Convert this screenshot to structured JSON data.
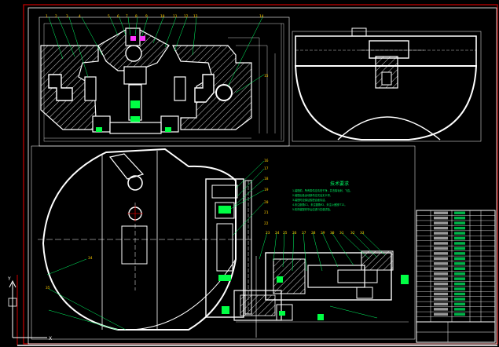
{
  "drawing": {
    "colors": {
      "background": "#000000",
      "outline": "#ffffff",
      "hatch": "#ffffff",
      "leader": "#00ff66",
      "dimension": "#00ff66",
      "green_fill": "#00ff44",
      "red_frame": "#cc0000",
      "magenta": "#ff33ff",
      "yellow": "#ffcc00"
    },
    "notes": {
      "title": "技术要求",
      "lines": [
        "1.装配前，所有零件应清洗干净，并去除毛刺、飞边。",
        "2.装配后各运动部件应灵活无卡滞。",
        "3.装配时应保证各配合面清洁。",
        "4.未注倒角C1，未注圆角R2，未注公差按IT12。",
        "5.机构装配完毕后应进行空载试验。"
      ]
    },
    "axis": {
      "y_label": "Y",
      "x_label": "X"
    },
    "balloons_top": [
      "1",
      "2",
      "3",
      "4",
      "5",
      "6",
      "7",
      "8",
      "9",
      "10",
      "11",
      "12",
      "13",
      "14"
    ],
    "balloons_side": [
      "15",
      "16",
      "17",
      "18",
      "19",
      "20",
      "21",
      "22",
      "23",
      "24",
      "25",
      "26",
      "27",
      "28",
      "29",
      "30",
      "31",
      "32",
      "33",
      "34",
      "35"
    ],
    "title_block": {
      "rows": 22
    }
  }
}
